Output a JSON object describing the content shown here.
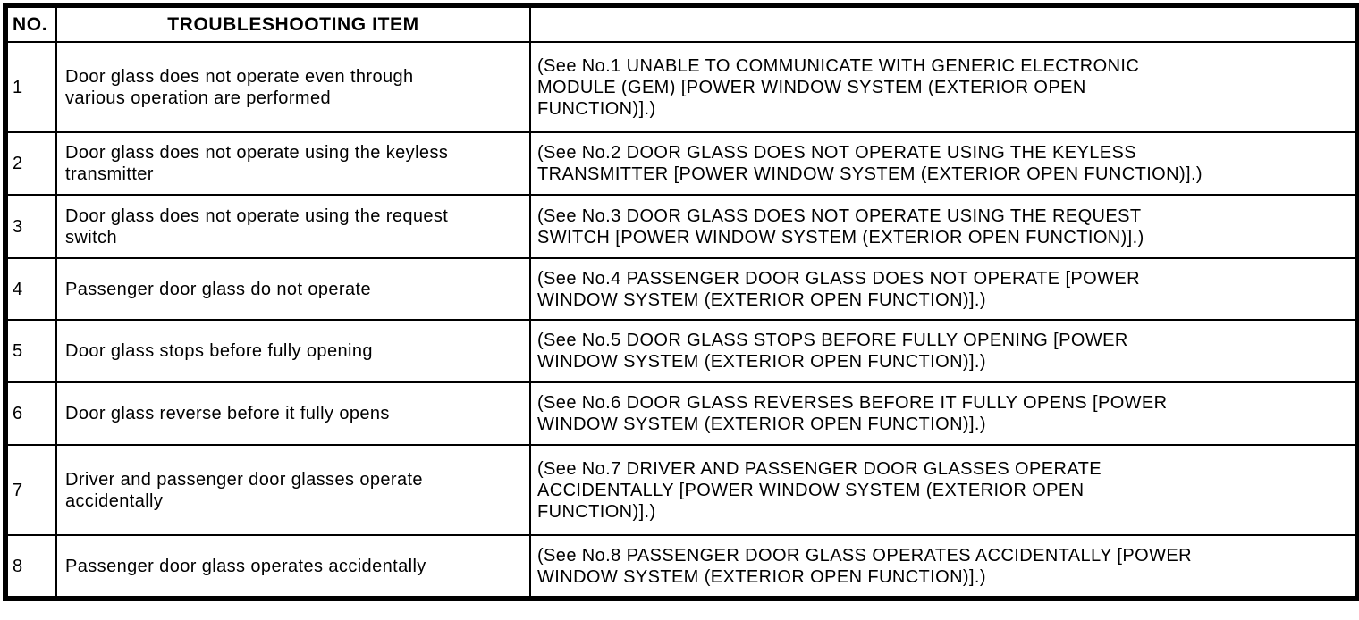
{
  "document": {
    "kind": "troubleshooting-reference-table",
    "colors": {
      "background": "#ffffff",
      "text": "#000000",
      "border": "#000000"
    },
    "table": {
      "headers": {
        "no": "NO.",
        "item": "TROUBLESHOOTING ITEM",
        "reference": ""
      },
      "rows": [
        {
          "no": "1",
          "item": "Door glass does not operate even through\nvarious operation are performed",
          "reference": "(See No.1 UNABLE TO COMMUNICATE WITH GENERIC ELECTRONIC\nMODULE (GEM) [POWER WINDOW SYSTEM (EXTERIOR OPEN\nFUNCTION)].)"
        },
        {
          "no": "2",
          "item": "Door glass does not operate using the keyless\ntransmitter",
          "reference": "(See No.2 DOOR GLASS DOES NOT OPERATE USING THE KEYLESS\nTRANSMITTER [POWER WINDOW SYSTEM (EXTERIOR OPEN FUNCTION)].)"
        },
        {
          "no": "3",
          "item": "Door glass does not operate using the request\nswitch",
          "reference": "(See No.3 DOOR GLASS DOES NOT OPERATE USING THE REQUEST\nSWITCH [POWER WINDOW SYSTEM (EXTERIOR OPEN FUNCTION)].)"
        },
        {
          "no": "4",
          "item": "Passenger door glass do not operate",
          "reference": "(See No.4 PASSENGER DOOR GLASS DOES NOT OPERATE [POWER\nWINDOW SYSTEM (EXTERIOR OPEN FUNCTION)].)"
        },
        {
          "no": "5",
          "item": "Door glass stops before fully opening",
          "reference": "(See No.5 DOOR GLASS STOPS BEFORE FULLY OPENING [POWER\nWINDOW SYSTEM (EXTERIOR OPEN FUNCTION)].)"
        },
        {
          "no": "6",
          "item": "Door glass reverse before it fully opens",
          "reference": "(See No.6 DOOR GLASS REVERSES BEFORE IT FULLY OPENS [POWER\nWINDOW SYSTEM (EXTERIOR OPEN FUNCTION)].)"
        },
        {
          "no": "7",
          "item": "Driver and passenger door glasses operate\naccidentally",
          "reference": "(See No.7 DRIVER AND PASSENGER DOOR GLASSES OPERATE\nACCIDENTALLY [POWER WINDOW SYSTEM (EXTERIOR OPEN\nFUNCTION)].)"
        },
        {
          "no": "8",
          "item": "Passenger door glass operates accidentally",
          "reference": "(See No.8 PASSENGER DOOR GLASS OPERATES ACCIDENTALLY [POWER\nWINDOW SYSTEM (EXTERIOR OPEN FUNCTION)].)"
        }
      ]
    }
  }
}
